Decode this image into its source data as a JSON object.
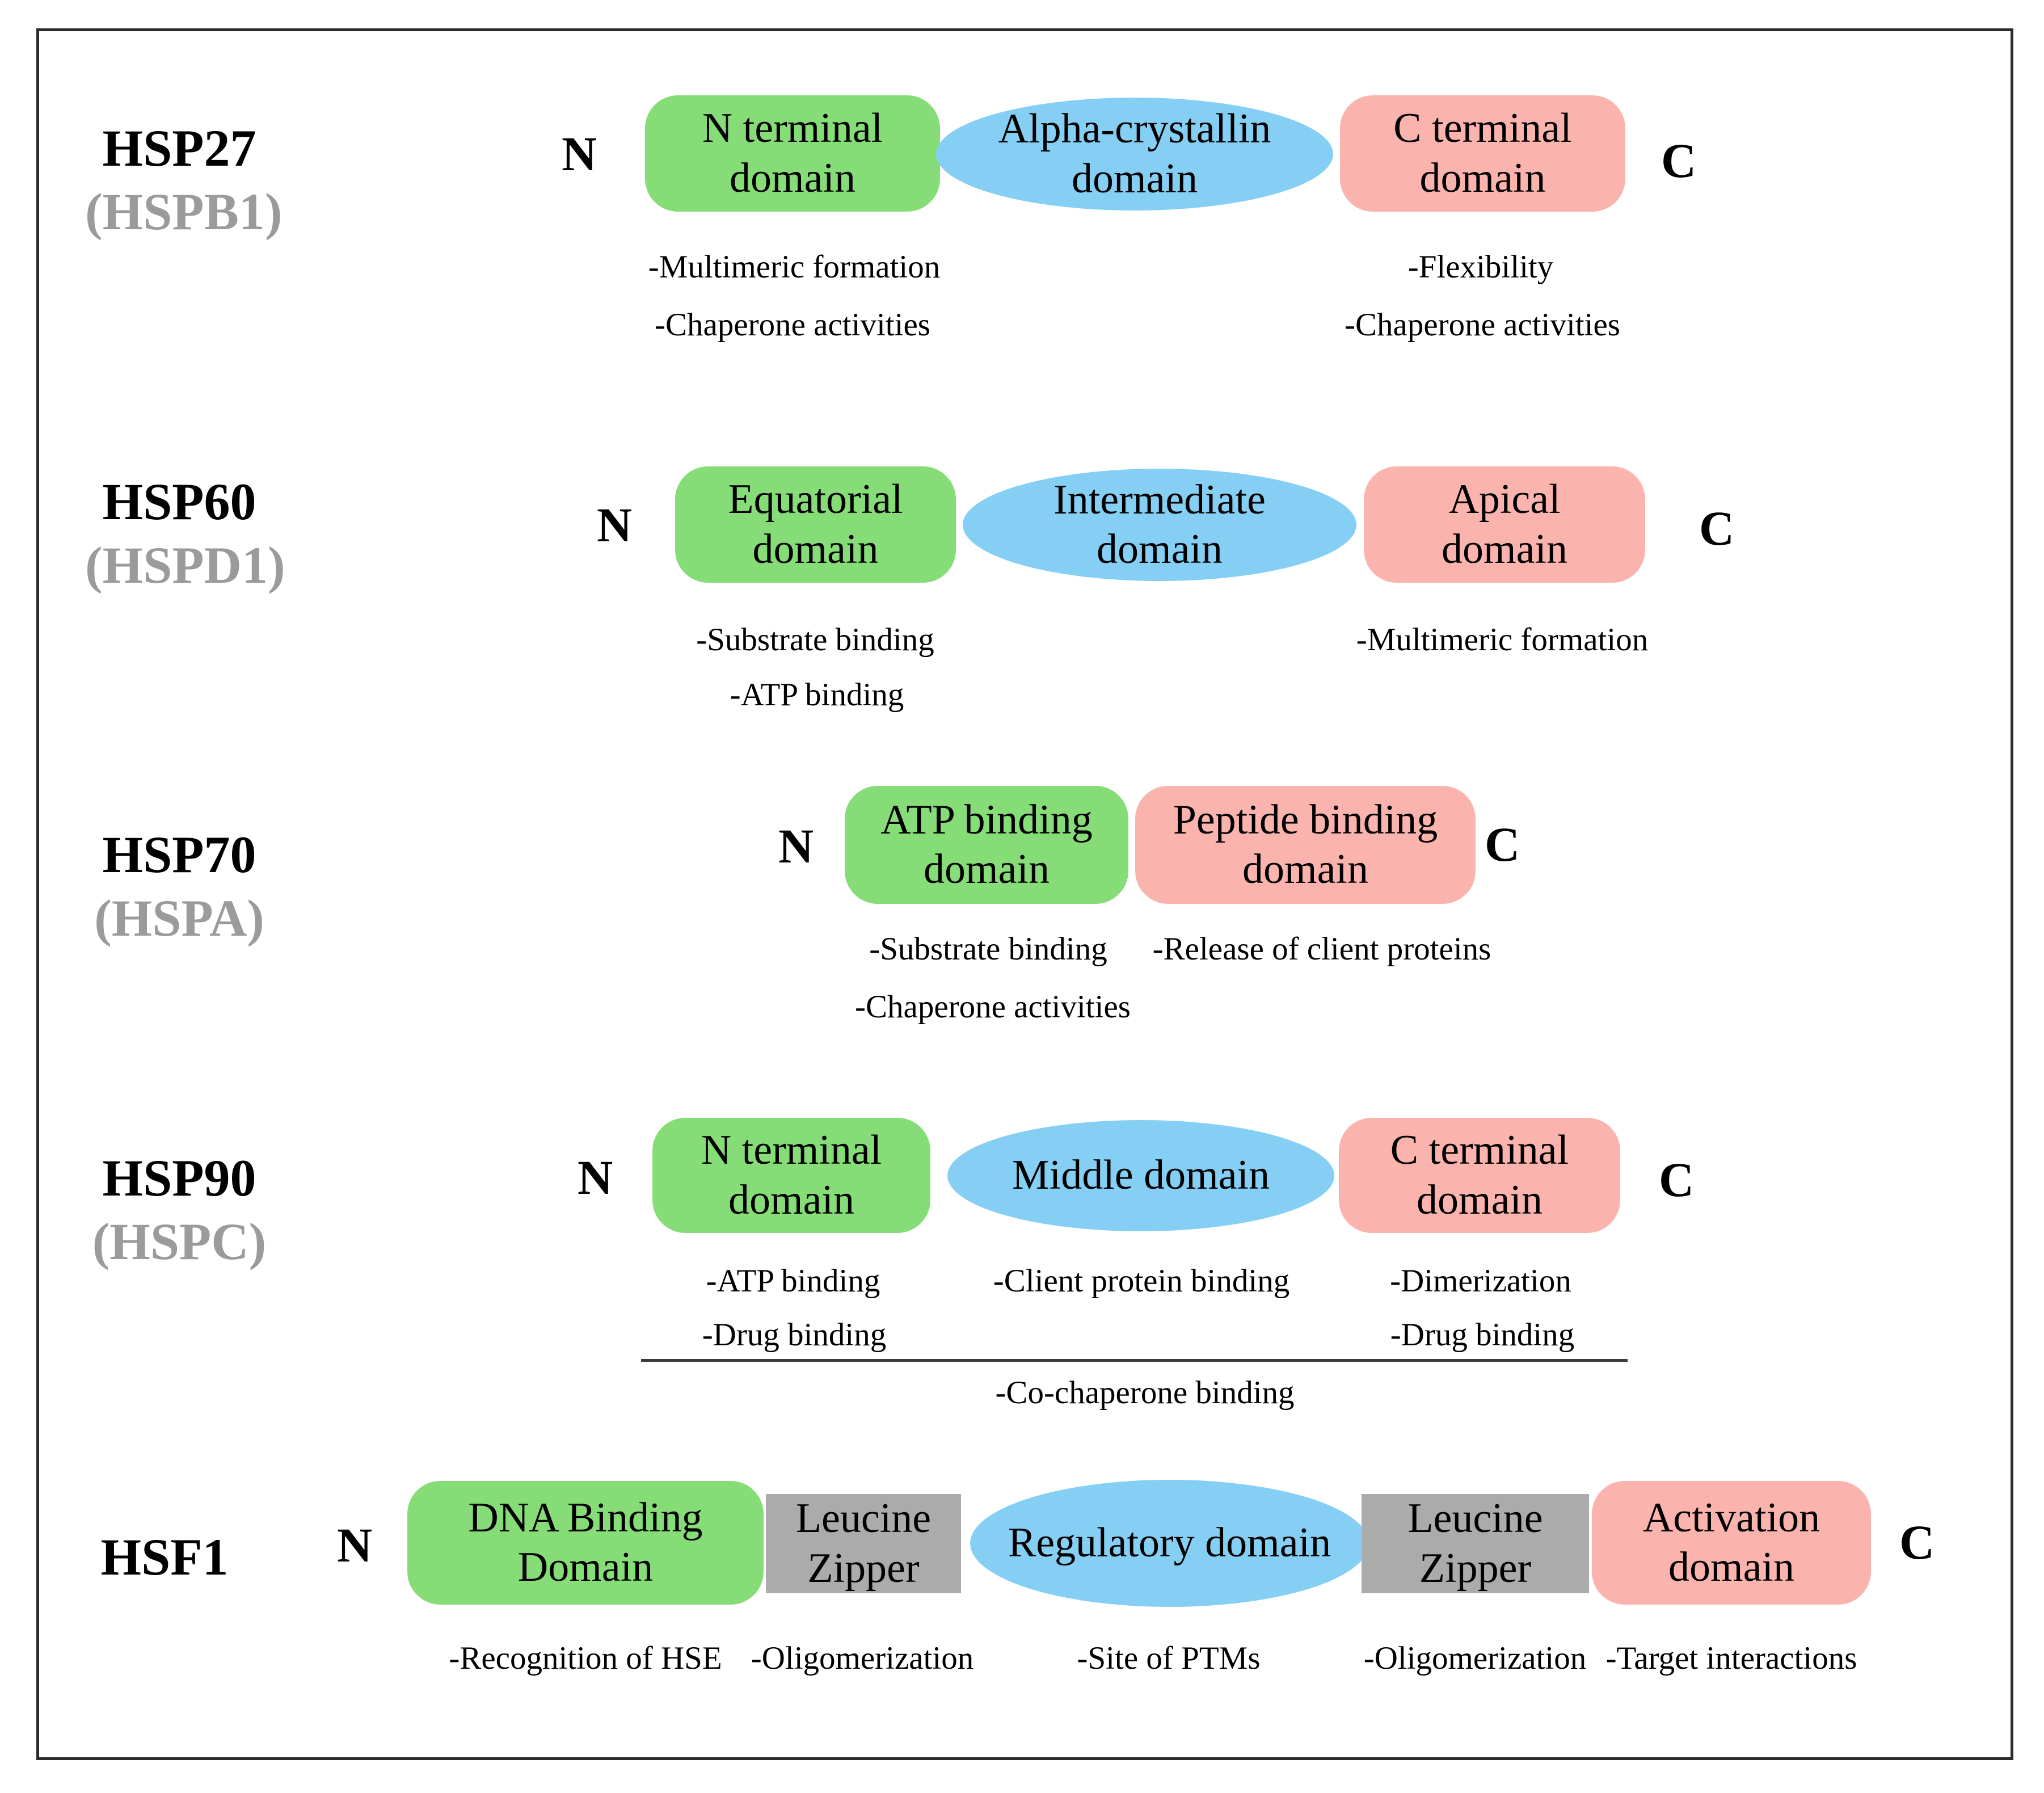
{
  "colors": {
    "green_domain": "#86DD78",
    "blue_domain": "#86CFF4",
    "pink_domain": "#FBB4AD",
    "gray_domain": "#ABABAB",
    "alias_text": "#9B9B9B",
    "frame_border": "#2B2B2B",
    "divider_line": "#3A3A3A"
  },
  "rows": [
    {
      "name": "HSP27",
      "alias": "(HSPB1)",
      "n_label": "N",
      "c_label": "C",
      "domains": [
        {
          "label": "N terminal domain",
          "color": "green"
        },
        {
          "label": "Alpha-crystallin domain",
          "color": "blue"
        },
        {
          "label": "C terminal domain",
          "color": "pink"
        }
      ],
      "annotations": [
        "-Multimeric formation",
        "-Chaperone activities",
        "-Flexibility",
        "-Chaperone activities"
      ]
    },
    {
      "name": "HSP60",
      "alias": "(HSPD1)",
      "n_label": "N",
      "c_label": "C",
      "domains": [
        {
          "label": "Equatorial domain",
          "color": "green"
        },
        {
          "label": "Intermediate domain",
          "color": "blue"
        },
        {
          "label": "Apical domain",
          "color": "pink"
        }
      ],
      "annotations": [
        "-Substrate binding",
        "-ATP binding",
        "-Multimeric formation"
      ]
    },
    {
      "name": "HSP70",
      "alias": "(HSPA)",
      "n_label": "N",
      "c_label": "C",
      "domains": [
        {
          "label": "ATP binding domain",
          "color": "green"
        },
        {
          "label": "Peptide binding domain",
          "color": "pink"
        }
      ],
      "annotations": [
        "-Substrate binding",
        "-Chaperone activities",
        "-Release of client proteins"
      ]
    },
    {
      "name": "HSP90",
      "alias": "(HSPC)",
      "n_label": "N",
      "c_label": "C",
      "domains": [
        {
          "label": "N terminal domain",
          "color": "green"
        },
        {
          "label": "Middle domain",
          "color": "blue"
        },
        {
          "label": "C terminal domain",
          "color": "pink"
        }
      ],
      "annotations": [
        "-ATP binding",
        "-Drug binding",
        "-Client protein binding",
        "-Dimerization",
        "-Drug binding"
      ],
      "shared_annotation": "-Co-chaperone binding"
    },
    {
      "name": "HSF1",
      "alias": "",
      "n_label": "N",
      "c_label": "C",
      "domains": [
        {
          "label": "DNA Binding Domain",
          "color": "green"
        },
        {
          "label": "Leucine Zipper",
          "color": "gray"
        },
        {
          "label": "Regulatory domain",
          "color": "blue"
        },
        {
          "label": "Leucine Zipper",
          "color": "gray"
        },
        {
          "label": "Activation domain",
          "color": "pink"
        }
      ],
      "annotations": [
        "-Recognition of HSE",
        "-Oligomerization",
        "-Site of PTMs",
        "-Oligomerization",
        "-Target interactions"
      ]
    }
  ]
}
